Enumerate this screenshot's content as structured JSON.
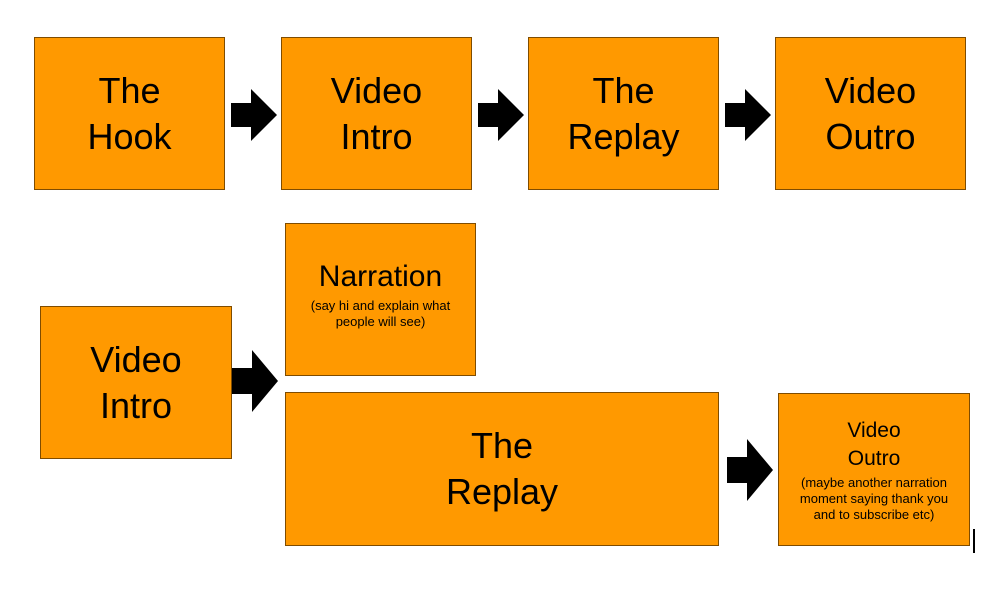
{
  "top_row": [
    {
      "line1": "The",
      "line2": "Hook"
    },
    {
      "line1": "Video",
      "line2": "Intro"
    },
    {
      "line1": "The",
      "line2": "Replay"
    },
    {
      "line1": "Video",
      "line2": "Outro"
    }
  ],
  "bottom": {
    "intro": {
      "line1": "Video",
      "line2": "Intro"
    },
    "narration": {
      "title": "Narration",
      "note": "(say hi and explain what people will see)"
    },
    "replay": {
      "line1": "The",
      "line2": "Replay"
    },
    "outro": {
      "line1": "Video",
      "line2": "Outro",
      "note": "(maybe another narration moment saying thank you and to subscribe etc)"
    }
  },
  "colors": {
    "box_fill": "#ff9900",
    "box_border": "#7f4c00",
    "arrow": "#000000"
  }
}
